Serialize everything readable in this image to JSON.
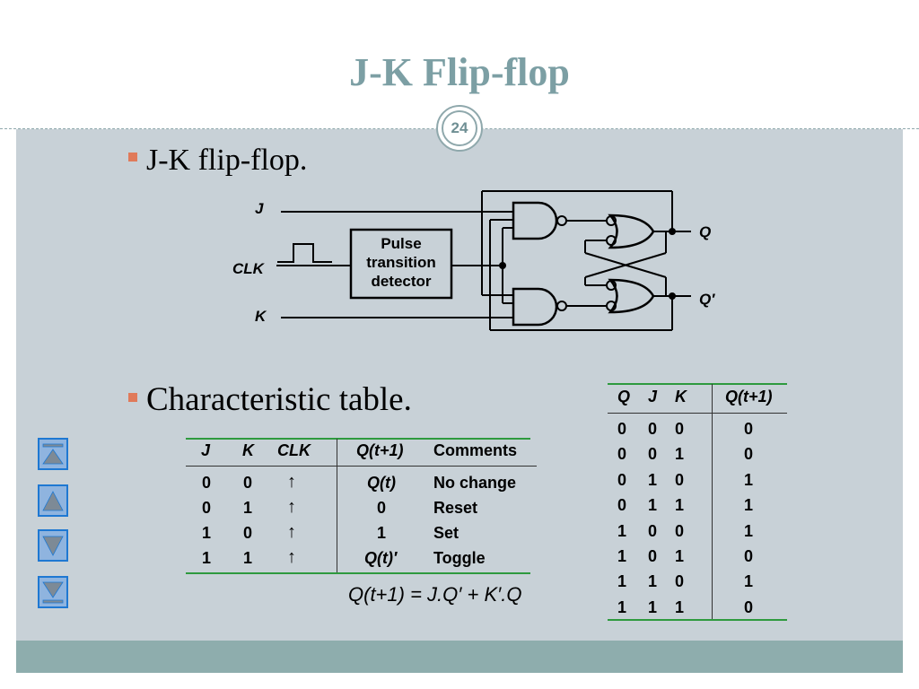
{
  "slide": {
    "title": "J-K Flip-flop",
    "page_number": "24"
  },
  "bullets": [
    "J-K flip-flop.",
    "Characteristic table."
  ],
  "circuit": {
    "inputs": {
      "j": "J",
      "clk": "CLK",
      "k": "K"
    },
    "outputs": {
      "q": "Q",
      "q_bar": "Q′"
    },
    "detector_lines": [
      "Pulse",
      "transition",
      "detector"
    ]
  },
  "table_left": {
    "headers": [
      "J",
      "K",
      "CLK",
      "Q(t+1)",
      "Comments"
    ],
    "rows": [
      [
        "0",
        "0",
        "↑",
        "Q(t)",
        "No change"
      ],
      [
        "0",
        "1",
        "↑",
        "0",
        "Reset"
      ],
      [
        "1",
        "0",
        "↑",
        "1",
        "Set"
      ],
      [
        "1",
        "1",
        "↑",
        "Q(t)′",
        "Toggle"
      ]
    ]
  },
  "equation": "Q(t+1) = J.Q′ + K′.Q",
  "table_right": {
    "headers": [
      "Q",
      "J",
      "K",
      "Q(t+1)"
    ],
    "rows": [
      [
        "0",
        "0",
        "0",
        "0"
      ],
      [
        "0",
        "0",
        "1",
        "0"
      ],
      [
        "0",
        "1",
        "0",
        "1"
      ],
      [
        "0",
        "1",
        "1",
        "1"
      ],
      [
        "1",
        "0",
        "0",
        "1"
      ],
      [
        "1",
        "0",
        "1",
        "0"
      ],
      [
        "1",
        "1",
        "0",
        "1"
      ],
      [
        "1",
        "1",
        "1",
        "0"
      ]
    ]
  },
  "nav": [
    {
      "icon": "first-slide-icon"
    },
    {
      "icon": "previous-slide-icon"
    },
    {
      "icon": "next-slide-icon"
    },
    {
      "icon": "last-slide-icon"
    }
  ],
  "colors": {
    "title": "#7c9fa4",
    "content_bg": "#c8d1d7",
    "footer_bg": "#8eadad",
    "bullet": "#e07a5a",
    "table_rule": "#2e9a3e",
    "nav_fill": "#8fb4df",
    "nav_border": "#1e78d2"
  }
}
